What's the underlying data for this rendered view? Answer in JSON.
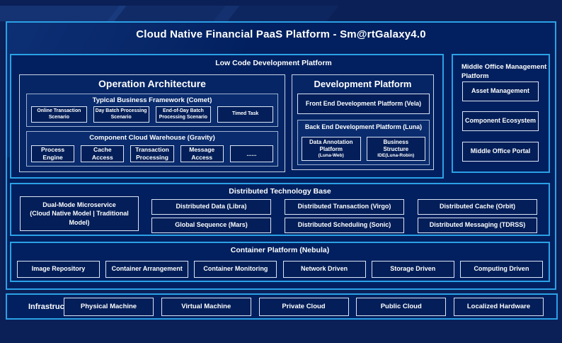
{
  "colors": {
    "accent_border": "#2ba1e6",
    "page_background": "#0b2057",
    "panel_fill": "#02205f",
    "box_border_light": "#dbe5f5",
    "text": "#ffffff"
  },
  "title": "Cloud Native Financial PaaS Platform - Sm@rtGalaxy4.0",
  "low_code": {
    "label": "Low Code Development Platform",
    "operation": {
      "title": "Operation Architecture",
      "comet": {
        "title": "Typical Business Framework (Comet)",
        "items": [
          "Online Transaction Scenario",
          "Day Batch Processing Scenario",
          "End-of-Day Batch Processing Scenario",
          "Timed Task"
        ]
      },
      "gravity": {
        "title": "Component Cloud Warehouse (Gravity)",
        "items": [
          "Process Engine",
          "Cache Access",
          "Transaction Processing",
          "Message Access",
          "......"
        ]
      }
    },
    "development": {
      "title": "Development Platform",
      "front_end": "Front End Development Platform (Vela)",
      "back_end": {
        "title": "Back End Development Platform (Luna)",
        "items": [
          {
            "lines": [
              "Data Annotation",
              "Platform"
            ],
            "sub": "(Luna-Web)"
          },
          {
            "lines": [
              "Business",
              "Structure"
            ],
            "sub": "IDE(Luna-Robin)"
          }
        ]
      }
    }
  },
  "middle_office": {
    "label_lines": [
      "Middle Office Management",
      "Platform"
    ],
    "items": [
      "Asset Management",
      "Component Ecosystem",
      "Middle Office Portal"
    ]
  },
  "distributed": {
    "label": "Distributed Technology Base",
    "dual_mode_lines": [
      "Dual-Mode Microservice",
      "(Cloud Native Model | Traditional",
      "Model)"
    ],
    "grid": [
      [
        "Distributed Data (Libra)",
        "Distributed Transaction (Virgo)",
        "Distributed Cache (Orbit)"
      ],
      [
        "Global Sequence (Mars)",
        "Distributed Scheduling (Sonic)",
        "Distributed Messaging (TDRSS)"
      ]
    ]
  },
  "container_platform": {
    "label": "Container Platform (Nebula)",
    "items": [
      "Image Repository",
      "Container Arrangement",
      "Container Monitoring",
      "Network Driven",
      "Storage Driven",
      "Computing Driven"
    ]
  },
  "infrastructure": {
    "label": "Infrastructure",
    "items": [
      "Physical Machine",
      "Virtual Machine",
      "Private Cloud",
      "Public Cloud",
      "Localized Hardware"
    ]
  }
}
